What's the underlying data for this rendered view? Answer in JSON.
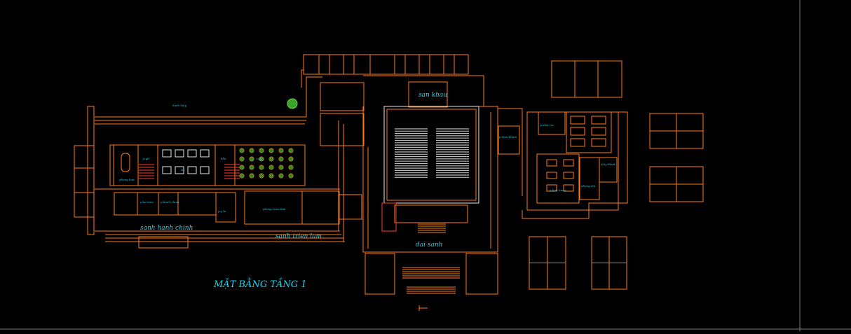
{
  "title": "MẶT BẰNG TẦNG 1",
  "labels": {
    "sanh_hanh_chinh": "sanh hanh chinh",
    "sanh_trien_lam": "sanh trien lam",
    "dai_sanh": "dai sanh",
    "san_khau": "san khau",
    "p_giam_doc": "p.gd",
    "phong_hop": "phong hop",
    "wc": "wc",
    "kho": "kho",
    "phong_trien_lam": "phong trien lam",
    "p_ke_toan": "p.ke toan",
    "p_hanh_chinh": "p.hanh chinh",
    "cafe": "cafe",
    "hanh_lang": "hanh lang",
    "phong_y_te": "p.y te",
    "phong_dieu_khien": "p.dieu khien",
    "p_nhac_cu": "p.nhac cu",
    "p_hoa_trang": "p.hoa trang",
    "phong_doi": "phong doi",
    "phong_ky_thuat": "p.ky thuat"
  },
  "colors": {
    "background": "#000000",
    "wall": "#ff7a1a",
    "wall_red": "#ff3b30",
    "text": "#22d3ee",
    "tree": "#3aa32a"
  }
}
